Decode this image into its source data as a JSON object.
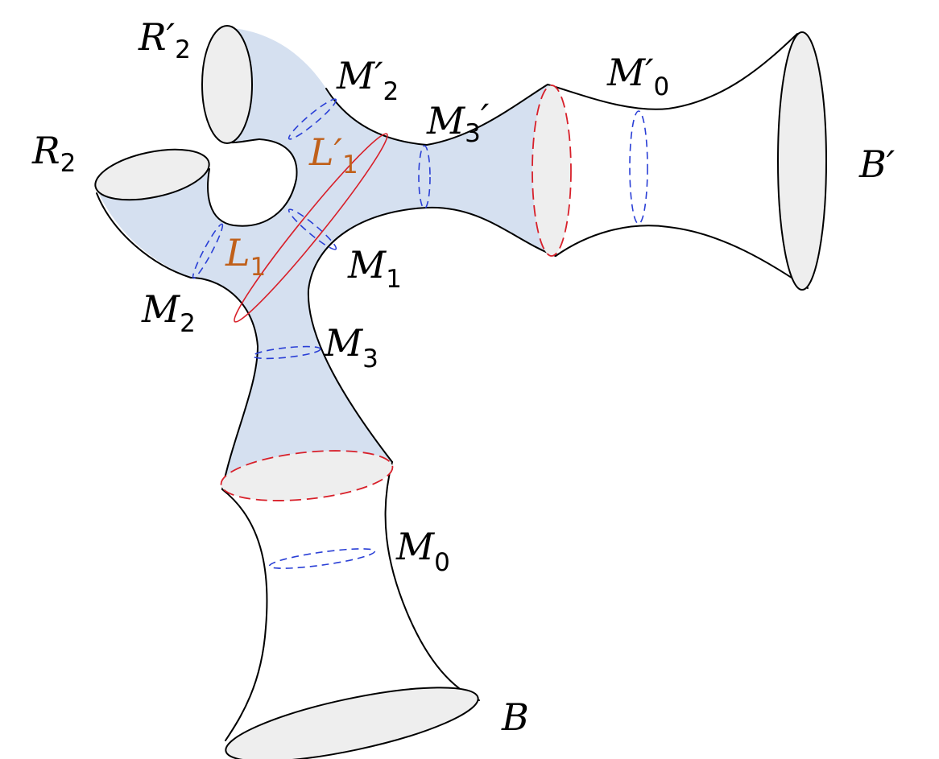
{
  "colors": {
    "shaded_region": "#d5e0f0",
    "caps": "#eeeeee",
    "outline": "#000000",
    "dashed_cycle": "#2a3fd6",
    "boundary_cut": "#d8202a",
    "loop_label": "#c0601a"
  },
  "labels": {
    "R2p": {
      "main": "R′",
      "sub": "2"
    },
    "R2": {
      "main": "R",
      "sub": "2"
    },
    "M2p": {
      "main": "M′",
      "sub": "2"
    },
    "M3p": {
      "main": "M",
      "sub": "3",
      "suffix": "′"
    },
    "M0p": {
      "main": "M′",
      "sub": "0"
    },
    "Bp": {
      "main": "B′"
    },
    "L1p": {
      "main": "L′",
      "sub": "1"
    },
    "L1": {
      "main": "L",
      "sub": "1"
    },
    "M1": {
      "main": "M",
      "sub": "1"
    },
    "M2": {
      "main": "M",
      "sub": "2"
    },
    "M3": {
      "main": "M",
      "sub": "3"
    },
    "M0": {
      "main": "M",
      "sub": "0"
    },
    "B": {
      "main": "B"
    }
  }
}
